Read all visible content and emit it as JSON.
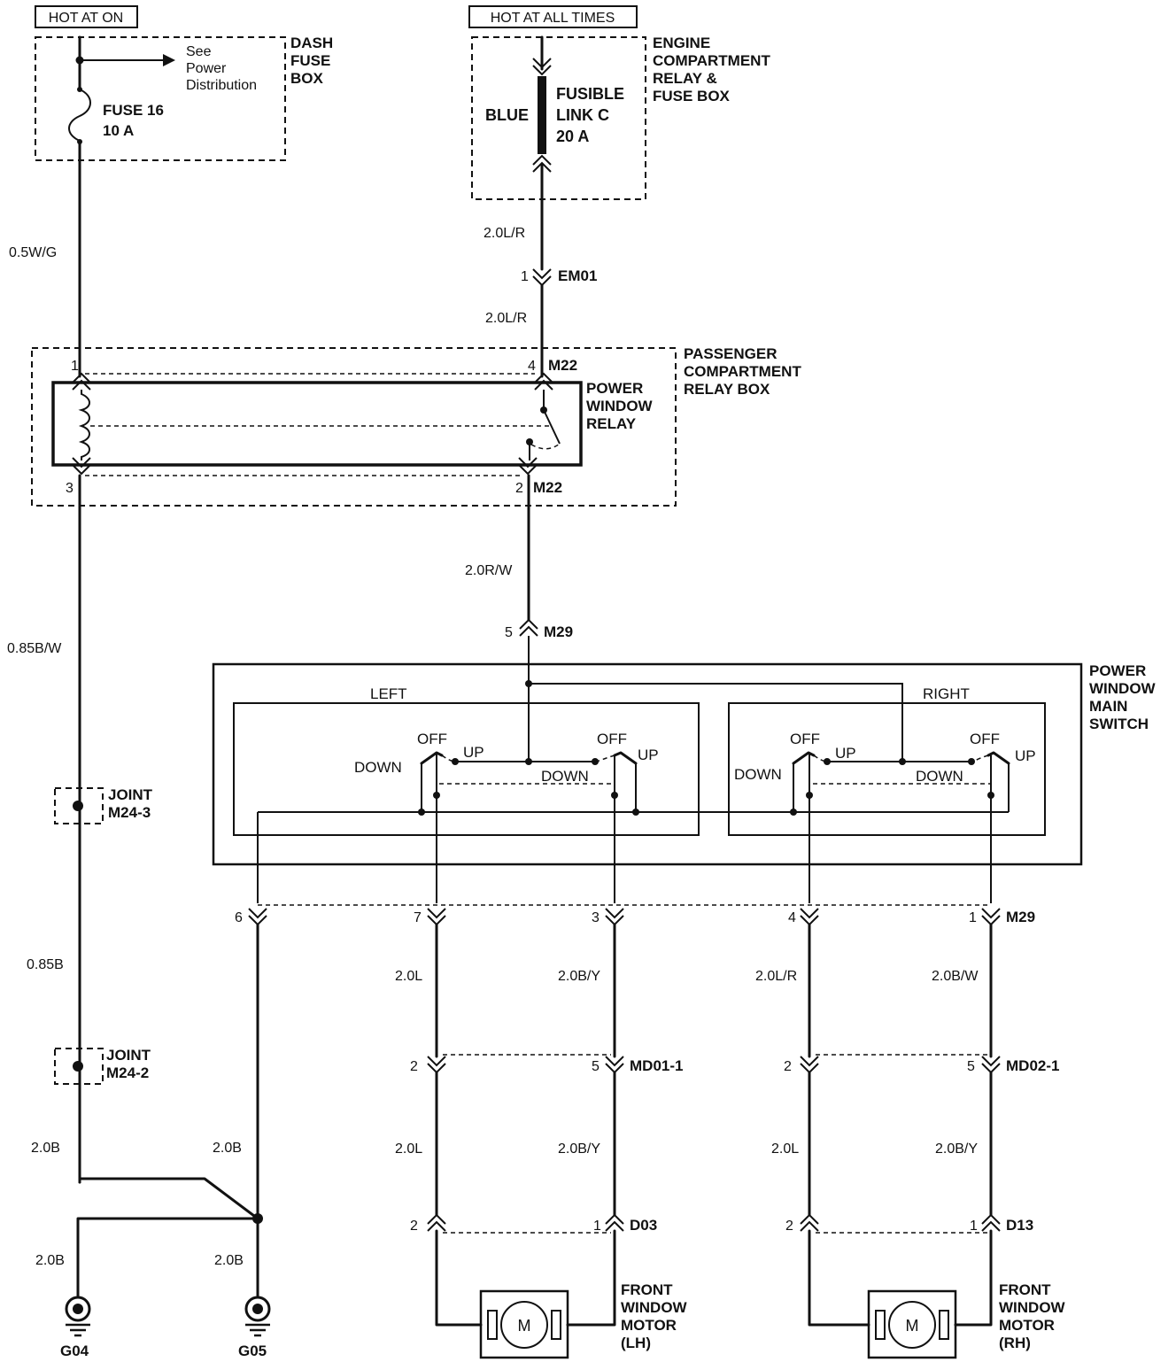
{
  "header": {
    "hot_at_on": "HOT AT ON",
    "hot_at_all_times": "HOT AT ALL TIMES"
  },
  "dash_fuse_box": {
    "title_lines": [
      "DASH",
      "FUSE",
      "BOX"
    ],
    "see_lines": [
      "See",
      "Power",
      "Distribution"
    ],
    "fuse_name": "FUSE 16",
    "fuse_rating": "10 A"
  },
  "engine_box": {
    "title_lines": [
      "ENGINE",
      "COMPARTMENT",
      "RELAY &",
      "FUSE BOX"
    ],
    "color": "BLUE",
    "link_lines": [
      "FUSIBLE",
      "LINK C",
      "20 A"
    ]
  },
  "wires": {
    "w_05wg": "0.5W/G",
    "w_20lr_top": "2.0L/R",
    "w_20lr_mid": "2.0L/R",
    "w_20rw": "2.0R/W",
    "w_085bw": "0.85B/W",
    "w_085b": "0.85B",
    "w_20b_a": "2.0B",
    "w_20b_b": "2.0B",
    "w_20b_c": "2.0B",
    "w_20b_d": "2.0B",
    "w_20l_1": "2.0L",
    "w_20by_1": "2.0B/Y",
    "w_20lr_2": "2.0L/R",
    "w_20bw_2": "2.0B/W",
    "w_20l_3": "2.0L",
    "w_20by_3": "2.0B/Y",
    "w_20l_4": "2.0L",
    "w_20by_4": "2.0B/Y"
  },
  "connectors": {
    "em01": "EM01",
    "em01_pin": "1",
    "m22_top": "M22",
    "m22_bot": "M22",
    "m22_pin1": "1",
    "m22_pin4": "4",
    "m22_pin3": "3",
    "m22_pin2": "2",
    "m29_top": "M29",
    "m29_top_pin": "5",
    "m29_bot": "M29",
    "m29_pins": [
      "6",
      "7",
      "3",
      "4",
      "1"
    ],
    "md01": "MD01-1",
    "md01_pins": [
      "2",
      "5"
    ],
    "md02": "MD02-1",
    "md02_pins": [
      "2",
      "5"
    ],
    "d03": "D03",
    "d03_pins": [
      "2",
      "1"
    ],
    "d13": "D13",
    "d13_pins": [
      "2",
      "1"
    ]
  },
  "relay_box": {
    "title_lines": [
      "PASSENGER",
      "COMPARTMENT",
      "RELAY BOX"
    ],
    "relay_lines": [
      "POWER",
      "WINDOW",
      "RELAY"
    ]
  },
  "main_switch": {
    "title_lines": [
      "POWER",
      "WINDOW",
      "MAIN",
      "SWITCH"
    ],
    "left": "LEFT",
    "right": "RIGHT",
    "off": "OFF",
    "up": "UP",
    "down": "DOWN"
  },
  "joints": {
    "j1_lines": [
      "JOINT",
      "M24-3"
    ],
    "j2_lines": [
      "JOINT",
      "M24-2"
    ]
  },
  "motors": {
    "m_symbol": "M",
    "lh_lines": [
      "FRONT",
      "WINDOW",
      "MOTOR",
      "(LH)"
    ],
    "rh_lines": [
      "FRONT",
      "WINDOW",
      "MOTOR",
      "(RH)"
    ]
  },
  "grounds": {
    "g04": "G04",
    "g05": "G05"
  }
}
